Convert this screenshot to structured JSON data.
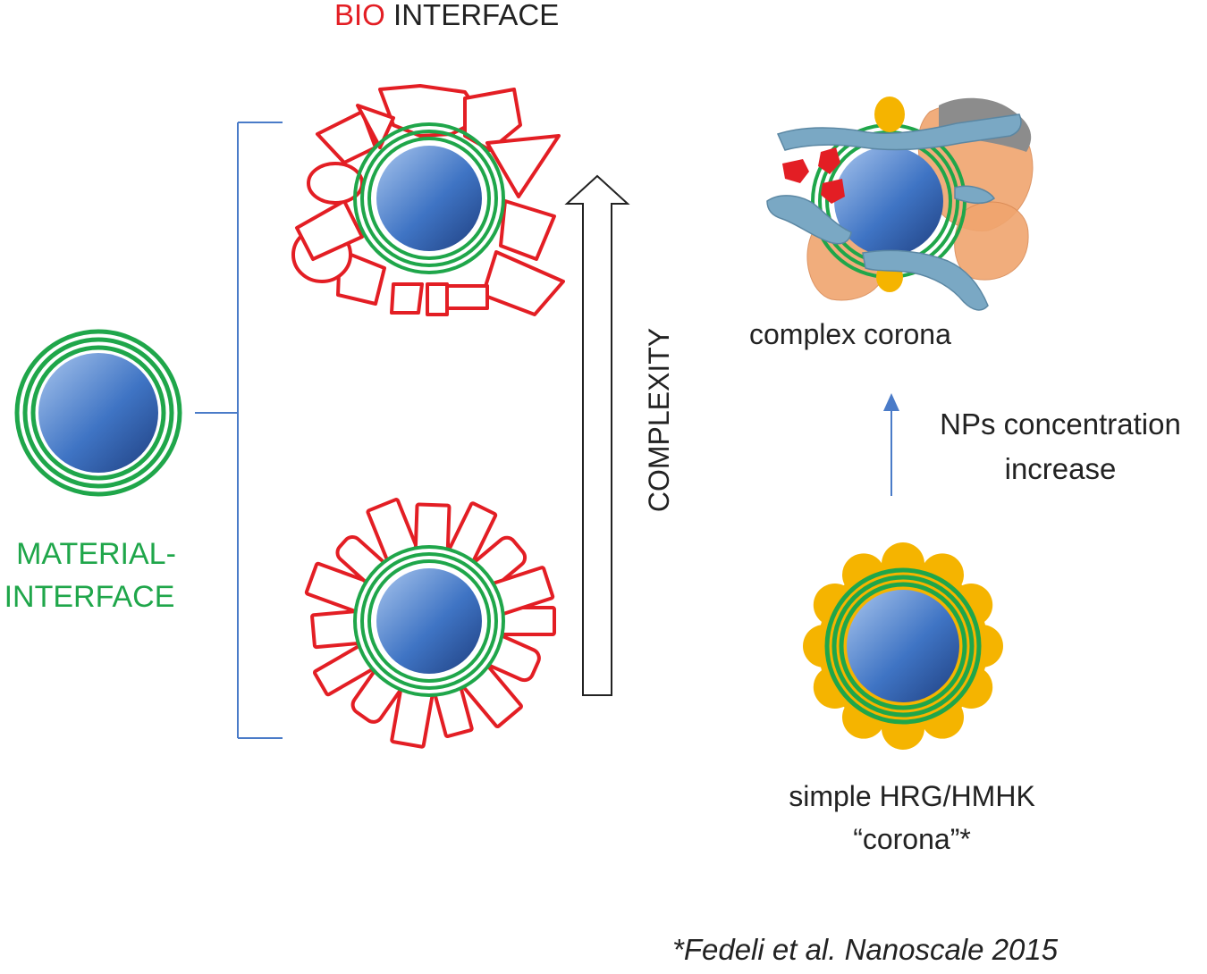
{
  "title": {
    "bio": "BIO",
    "interface": "INTERFACE"
  },
  "labels": {
    "material_line1": "MATERIAL-",
    "material_line2": "INTERFACE",
    "complexity": "COMPLEXITY",
    "complex_corona": "complex corona",
    "nps_line1": "NPs concentration",
    "nps_line2": "increase",
    "simple_line1": "simple HRG/HMHK",
    "simple_line2": "“corona”*",
    "citation": "*Fedeli et al.  Nanoscale 2015"
  },
  "colors": {
    "core": "#3f74c4",
    "core_dark": "#1f3f80",
    "core_light": "#a9c6ee",
    "material_ring": "#1fa64a",
    "bio_outline": "#e31e24",
    "hrg_corona": "#f5b400",
    "bracket": "#4a7bc8",
    "arrow_outline": "#222222",
    "protein_blue": "#7aa8c4",
    "protein_orange": "#f0a56e",
    "protein_grey": "#8c8c8c"
  }
}
